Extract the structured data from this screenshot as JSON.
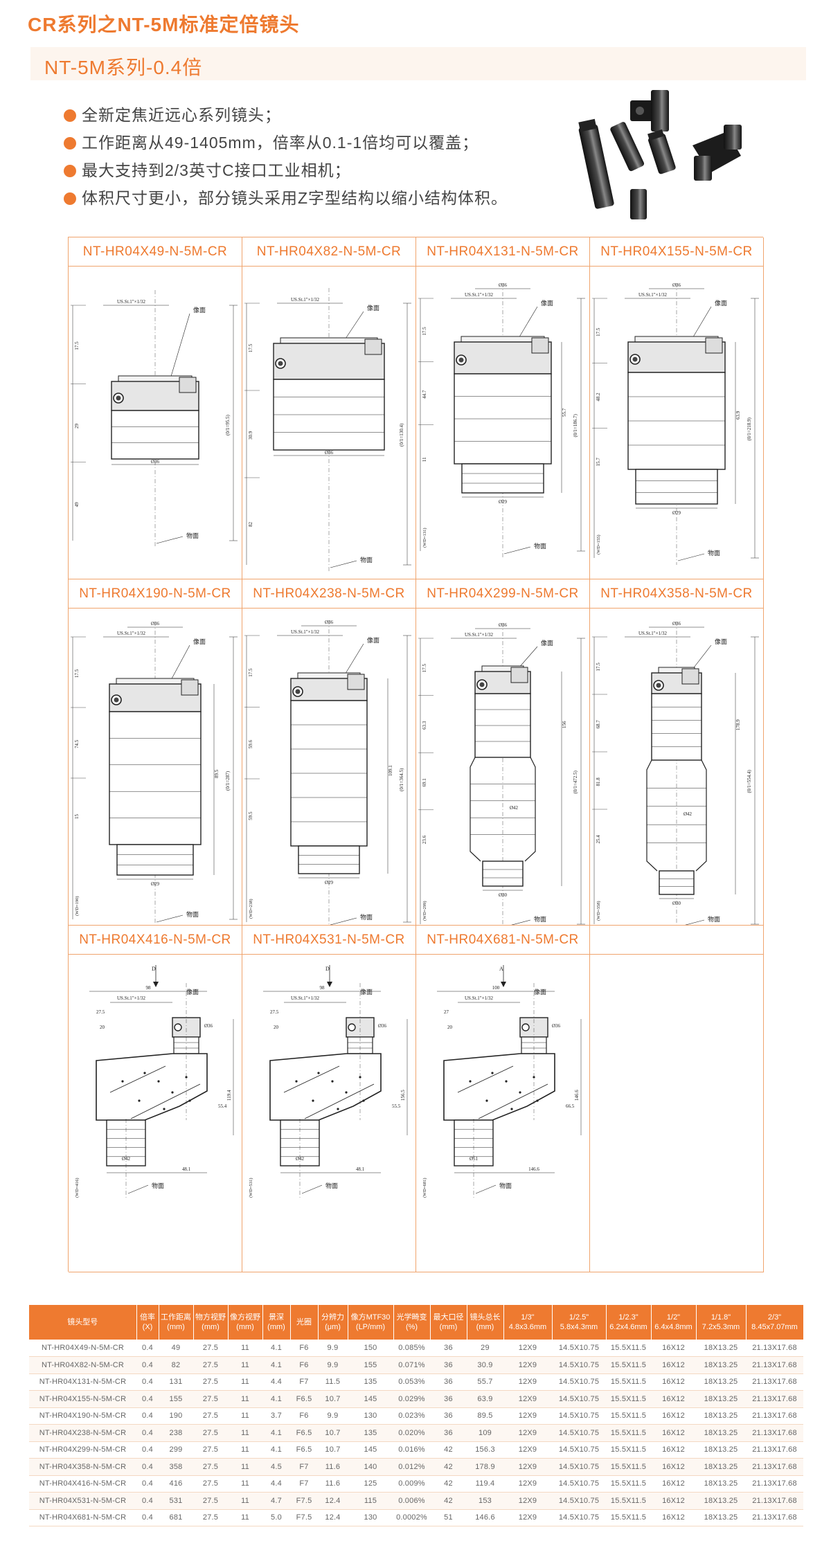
{
  "header": {
    "title": "CR系列之NT-5M标准定倍镜头",
    "subtitle": "NT-5M系列-0.4倍"
  },
  "features": [
    "全新定焦近远心系列镜头；",
    "工作距离从49-1405mm，倍率从0.1-1倍均可以覆盖；",
    "最大支持到2/3英寸C接口工业相机；",
    "体积尺寸更小，部分镜头采用Z字型结构以缩小结构体积。"
  ],
  "colors": {
    "accent": "#ee7a30",
    "border": "#f0a46d",
    "subtitle_bg": "#fdf5ee",
    "ink": "#333333"
  },
  "icons": {
    "bullet": "orange-dot-icon"
  },
  "diagrams": [
    {
      "model": "NT-HR04X49-N-5M-CR",
      "thread": "US.St.1\"×1/32",
      "image_plane": "像面",
      "object_plane": "物面",
      "dia_top": "",
      "dia_bottom": "Ø36",
      "dims": [
        "17.5",
        "29",
        "49"
      ],
      "total": "(0/1=95.5)",
      "wd": ""
    },
    {
      "model": "NT-HR04X82-N-5M-CR",
      "thread": "US.St.1\"×1/32",
      "image_plane": "像面",
      "object_plane": "物面",
      "dia_top": "",
      "dia_bottom": "Ø36",
      "dims": [
        "17.5",
        "30.9",
        "82"
      ],
      "total": "(0/1=130.4)",
      "wd": ""
    },
    {
      "model": "NT-HR04X131-N-5M-CR",
      "thread": "US.St.1\"×1/32",
      "image_plane": "像面",
      "object_plane": "物面",
      "dia_top": "Ø36",
      "dia_bottom": "Ø29",
      "dims": [
        "17.5",
        "44.7",
        "11",
        "55.7"
      ],
      "total": "(0/1=186.7)",
      "wd": "(WD=131)"
    },
    {
      "model": "NT-HR04X155-N-5M-CR",
      "thread": "US.St.1\"×1/32",
      "image_plane": "像面",
      "object_plane": "物面",
      "dia_top": "Ø36",
      "dia_bottom": "Ø29",
      "dims": [
        "17.5",
        "48.2",
        "15.7",
        "63.9"
      ],
      "total": "(0/1=218.9)",
      "wd": "(WD=155)"
    },
    {
      "model": "NT-HR04X190-N-5M-CR",
      "thread": "US.St.1\"×1/32",
      "image_plane": "像面",
      "object_plane": "物面",
      "dia_top": "Ø36",
      "dia_bottom": "Ø29",
      "dims": [
        "17.5",
        "74.5",
        "15",
        "89.5"
      ],
      "total": "(0/1=287)",
      "wd": "(WD=190)"
    },
    {
      "model": "NT-HR04X238-N-5M-CR",
      "thread": "US.St.1\"×1/32",
      "image_plane": "像面",
      "object_plane": "物面",
      "dia_top": "Ø36",
      "dia_bottom": "Ø29",
      "dims": [
        "17.5",
        "59.6",
        "59.5",
        "109.1"
      ],
      "total": "(0/1=364.5)",
      "wd": "(WD=238)"
    },
    {
      "model": "NT-HR04X299-N-5M-CR",
      "thread": "US.St.1\"×1/32",
      "image_plane": "像面",
      "object_plane": "物面",
      "dia_top": "Ø36",
      "dia_bottom": "Ø30",
      "dia_mid": "Ø42",
      "dims": [
        "17.5",
        "63.3",
        "69.1",
        "23.6",
        "156"
      ],
      "total": "(0/1=472.5)",
      "wd": "(WD=299)"
    },
    {
      "model": "NT-HR04X358-N-5M-CR",
      "thread": "US.St.1\"×1/32",
      "image_plane": "像面",
      "object_plane": "物面",
      "dia_top": "Ø36",
      "dia_bottom": "Ø30",
      "dia_mid": "Ø42",
      "dims": [
        "17.5",
        "68.7",
        "81.8",
        "25.4",
        "178.9"
      ],
      "total": "(0/1=554.4)",
      "wd": "(WD=358)"
    },
    {
      "model": "NT-HR04X416-N-5M-CR",
      "thread": "US.St.1\"×1/32",
      "image_plane": "像面",
      "object_plane": "物面",
      "dia_top": "Ø36",
      "dia_bottom": "Ø42",
      "dims": [
        "98",
        "27.5",
        "20",
        "55.4",
        "48.1",
        "119.4"
      ],
      "label_d": "D",
      "wd": "(WD=416)"
    },
    {
      "model": "NT-HR04X531-N-5M-CR",
      "thread": "US.St.1\"×1/32",
      "image_plane": "像面",
      "object_plane": "物面",
      "dia_top": "Ø36",
      "dia_bottom": "Ø42",
      "dims": [
        "98",
        "27.5",
        "20",
        "55.5",
        "48.1",
        "156.5"
      ],
      "label_d": "D",
      "wd": "(WD=531)"
    },
    {
      "model": "NT-HR04X681-N-5M-CR",
      "thread": "US.St.1\"×1/32",
      "image_plane": "像面",
      "object_plane": "物面",
      "dia_top": "Ø36",
      "dia_bottom": "Ø51",
      "dims": [
        "100",
        "27",
        "20",
        "66.5",
        "146.6"
      ],
      "label_d": "A",
      "wd": "(WD=681)"
    },
    {
      "model": ""
    }
  ],
  "table": {
    "headers": [
      {
        "label": "镜头型号",
        "sub": ""
      },
      {
        "label": "倍率",
        "sub": "(X)"
      },
      {
        "label": "工作距离",
        "sub": "(mm)"
      },
      {
        "label": "物方视野",
        "sub": "(mm)"
      },
      {
        "label": "像方视野",
        "sub": "(mm)"
      },
      {
        "label": "景深",
        "sub": "(mm)"
      },
      {
        "label": "光圈",
        "sub": ""
      },
      {
        "label": "分辨力",
        "sub": "(μm)"
      },
      {
        "label": "像方MTF30",
        "sub": "(LP/mm)"
      },
      {
        "label": "光学畸变",
        "sub": "(%)"
      },
      {
        "label": "最大口径",
        "sub": "(mm)"
      },
      {
        "label": "镜头总长",
        "sub": "(mm)"
      },
      {
        "label": "1/3\"",
        "sub": "4.8x3.6mm"
      },
      {
        "label": "1/2.5\"",
        "sub": "5.8x4.3mm"
      },
      {
        "label": "1/2.3\"",
        "sub": "6.2x4.6mm"
      },
      {
        "label": "1/2\"",
        "sub": "6.4x4.8mm"
      },
      {
        "label": "1/1.8\"",
        "sub": "7.2x5.3mm"
      },
      {
        "label": "2/3\"",
        "sub": "8.45x7.07mm"
      }
    ],
    "rows": [
      [
        "NT-HR04X49-N-5M-CR",
        "0.4",
        "49",
        "27.5",
        "11",
        "4.1",
        "F6",
        "9.9",
        "150",
        "0.085%",
        "36",
        "29",
        "12X9",
        "14.5X10.75",
        "15.5X11.5",
        "16X12",
        "18X13.25",
        "21.13X17.68"
      ],
      [
        "NT-HR04X82-N-5M-CR",
        "0.4",
        "82",
        "27.5",
        "11",
        "4.1",
        "F6",
        "9.9",
        "155",
        "0.071%",
        "36",
        "30.9",
        "12X9",
        "14.5X10.75",
        "15.5X11.5",
        "16X12",
        "18X13.25",
        "21.13X17.68"
      ],
      [
        "NT-HR04X131-N-5M-CR",
        "0.4",
        "131",
        "27.5",
        "11",
        "4.4",
        "F7",
        "11.5",
        "135",
        "0.053%",
        "36",
        "55.7",
        "12X9",
        "14.5X10.75",
        "15.5X11.5",
        "16X12",
        "18X13.25",
        "21.13X17.68"
      ],
      [
        "NT-HR04X155-N-5M-CR",
        "0.4",
        "155",
        "27.5",
        "11",
        "4.1",
        "F6.5",
        "10.7",
        "145",
        "0.029%",
        "36",
        "63.9",
        "12X9",
        "14.5X10.75",
        "15.5X11.5",
        "16X12",
        "18X13.25",
        "21.13X17.68"
      ],
      [
        "NT-HR04X190-N-5M-CR",
        "0.4",
        "190",
        "27.5",
        "11",
        "3.7",
        "F6",
        "9.9",
        "130",
        "0.023%",
        "36",
        "89.5",
        "12X9",
        "14.5X10.75",
        "15.5X11.5",
        "16X12",
        "18X13.25",
        "21.13X17.68"
      ],
      [
        "NT-HR04X238-N-5M-CR",
        "0.4",
        "238",
        "27.5",
        "11",
        "4.1",
        "F6.5",
        "10.7",
        "135",
        "0.020%",
        "36",
        "109",
        "12X9",
        "14.5X10.75",
        "15.5X11.5",
        "16X12",
        "18X13.25",
        "21.13X17.68"
      ],
      [
        "NT-HR04X299-N-5M-CR",
        "0.4",
        "299",
        "27.5",
        "11",
        "4.1",
        "F6.5",
        "10.7",
        "145",
        "0.016%",
        "42",
        "156.3",
        "12X9",
        "14.5X10.75",
        "15.5X11.5",
        "16X12",
        "18X13.25",
        "21.13X17.68"
      ],
      [
        "NT-HR04X358-N-5M-CR",
        "0.4",
        "358",
        "27.5",
        "11",
        "4.5",
        "F7",
        "11.6",
        "140",
        "0.012%",
        "42",
        "178.9",
        "12X9",
        "14.5X10.75",
        "15.5X11.5",
        "16X12",
        "18X13.25",
        "21.13X17.68"
      ],
      [
        "NT-HR04X416-N-5M-CR",
        "0.4",
        "416",
        "27.5",
        "11",
        "4.4",
        "F7",
        "11.6",
        "125",
        "0.009%",
        "42",
        "119.4",
        "12X9",
        "14.5X10.75",
        "15.5X11.5",
        "16X12",
        "18X13.25",
        "21.13X17.68"
      ],
      [
        "NT-HR04X531-N-5M-CR",
        "0.4",
        "531",
        "27.5",
        "11",
        "4.7",
        "F7.5",
        "12.4",
        "115",
        "0.006%",
        "42",
        "153",
        "12X9",
        "14.5X10.75",
        "15.5X11.5",
        "16X12",
        "18X13.25",
        "21.13X17.68"
      ],
      [
        "NT-HR04X681-N-5M-CR",
        "0.4",
        "681",
        "27.5",
        "11",
        "5.0",
        "F7.5",
        "12.4",
        "130",
        "0.0002%",
        "51",
        "146.6",
        "12X9",
        "14.5X10.75",
        "15.5X11.5",
        "16X12",
        "18X13.25",
        "21.13X17.68"
      ]
    ]
  }
}
